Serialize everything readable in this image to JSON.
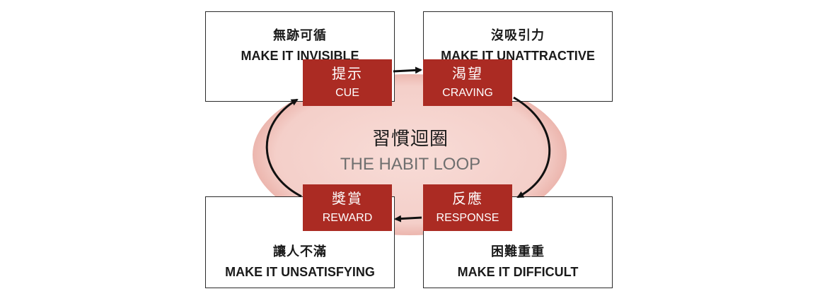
{
  "colors": {
    "stage": "#ab2b23",
    "oval": "#f6d5d0",
    "oval_edge": "#ecb6ae",
    "arrow": "#111111"
  },
  "center": {
    "zh": "習慣迴圈",
    "en": "THE HABIT LOOP"
  },
  "stages": {
    "cue": {
      "zh": "提示",
      "en": "CUE"
    },
    "craving": {
      "zh": "渴望",
      "en": "CRAVING"
    },
    "response": {
      "zh": "反應",
      "en": "RESPONSE"
    },
    "reward": {
      "zh": "獎賞",
      "en": "REWARD"
    }
  },
  "laws": {
    "cue": {
      "zh": "無跡可循",
      "en": "MAKE IT INVISIBLE"
    },
    "craving": {
      "zh": "沒吸引力",
      "en": "MAKE IT UNATTRACTIVE"
    },
    "response": {
      "zh": "困難重重",
      "en": "MAKE IT DIFFICULT"
    },
    "reward": {
      "zh": "讓人不滿",
      "en": "MAKE IT UNSATISFYING"
    }
  }
}
